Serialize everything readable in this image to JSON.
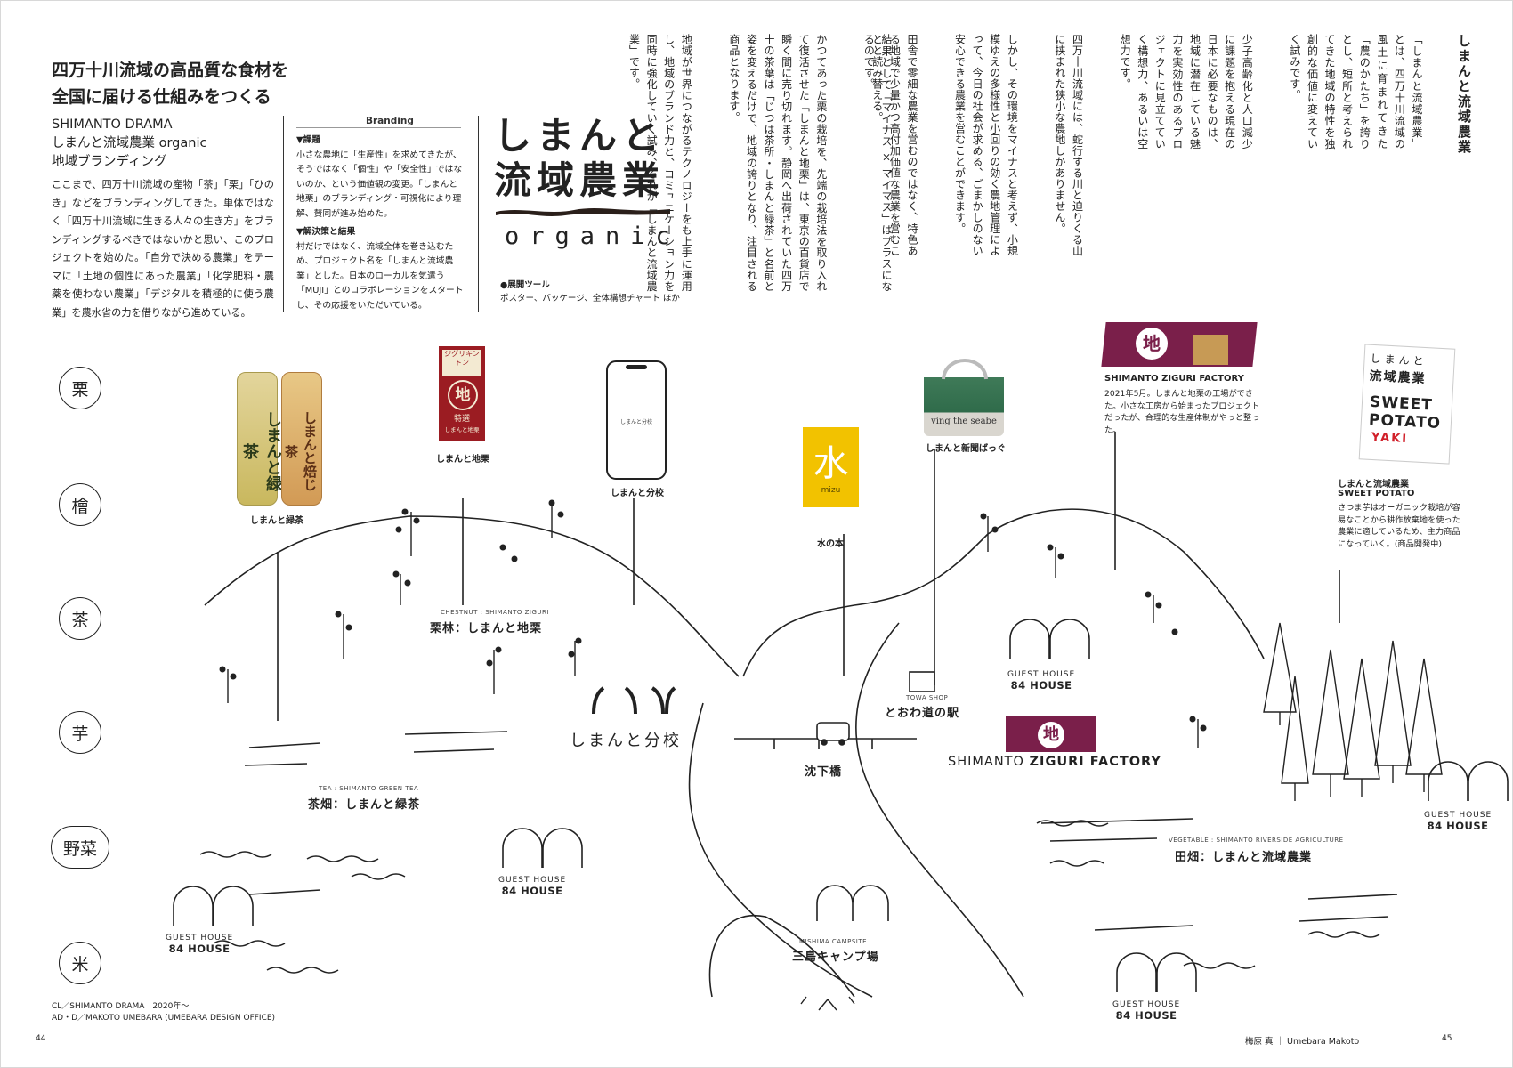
{
  "left": {
    "lead_1": "四万十川流域の高品質な食材を",
    "lead_2": "全国に届ける仕組みをつくる",
    "client": "SHIMANTO DRAMA",
    "project": "しまんと流域農業 organic",
    "category": "地域ブランディング",
    "body": "ここまで、四万十川流域の産物「茶」「栗」「ひのき」などをブランディングしてきた。単体ではなく「四万十川流域に生きる人々の生き方」をブランディングするべきではないかと思い、このプロジェクトを始めた。「自分で決める農業」をテーマに「土地の個性にあった農業」「化学肥料・農薬を使わない農業」「デジタルを積極的に使う農業」を農水省の力を借りながら進めている。",
    "branding_tag": "Branding",
    "issue_head": "▼課題",
    "issue_text": "小さな農地に「生産性」を求めてきたが、そうではなく「個性」や「安全性」ではないのか、という価値観の変更。「しまんと地栗」のブランディング・可視化により理解、賛同が進み始めた。",
    "solution_head": "▼解決策と結果",
    "solution_text": "村だけではなく、流域全体を巻き込むため、プロジェクト名を「しまんと流域農業」とした。日本のローカルを気遣う「MUJI」とのコラボレーションをスタートし、その応援をいただいている。",
    "logo_line1": "しまんと",
    "logo_line2": "流域農業",
    "logo_sub": "organic",
    "tools_head": "●展開ツール",
    "tools_text": "ポスター、パッケージ、全体構想チャート ほか"
  },
  "right": {
    "title": "しまんと流域農業",
    "p1": "「しまんと流域農業」とは、四万十川流域の風土に育まれてきた「農のかたち」を誇りとし、短所と考えられてきた地域の特性を独創的な価値に変えていく試みです。",
    "p2": "少子高齢化と人口減少に課題を抱える現在の日本に必要なものは、地域に潜在している魅力を実効性のあるプロジェクトに見立てていく構想力、あるいは空想力です。",
    "p3": "四万十川流域には、蛇行する川と迫りくる山に挟まれた狭小な農地しかありません。",
    "p4": "しかし、その環境をマイナスと考えず、小規模ゆえの多様性と小回りの効く農地管理によって、今日の社会が求める、ごまかしのない安心できる農業を営むことができます。",
    "p5": "田舎で零細な農業を営むのではなく、特色ある地域で少量かつ高付加価値な農業を営むことと読み替える。",
    "p6": "結果として「マイナス × マイマス」はプラスになるのです。",
    "p7": "かつてあった栗の栽培を、先端の栽培法を取り入れて復活させた「しまんと地栗」は、東京の百貨店で瞬く間に売り切れます。静岡へ出荷されていた四万十の茶葉は「じつは茶所・しまんと緑茶」と名前と姿を変えるだけで、地域の誇りとなり、注目される商品となります。",
    "p8": "地域が世界につながるテクノロジーをも上手に運用し、地域のブランド力と、コミュニケーション力を同時に強化していく試み、それが「しまんと流域農業」です。"
  },
  "crops": [
    "栗",
    "檜",
    "茶",
    "芋",
    "野菜",
    "米"
  ],
  "products": {
    "tea_label": "しまんと緑茶",
    "tea_text_1": "しまんと緑茶",
    "tea_text_2": "しまんと焙じ茶",
    "chestnut_label": "しまんと地栗",
    "chestnut_pkg_top": "ジグリキントン",
    "chestnut_pkg_mark": "地",
    "chestnut_pkg_bottom": "特選",
    "chestnut_pkg_name": "しまんと地栗",
    "phone_label": "しまんと分校",
    "phone_screen": "しまんと分校",
    "bag_label": "しまんと新聞ばっぐ",
    "bag_print": "ving the seabe",
    "book_label": "水の本",
    "book_char": "水",
    "book_sub": "mizu",
    "factory_name": "SHIMANTO ZIGURI FACTORY",
    "factory_desc": "2021年5月。しまんと地栗の工場ができた。小さな工房から始まったプロジェクトだったが、合理的な生産体制がやっと整った。",
    "factory_mark": "地",
    "sp_title_1": "しまんと流域農業",
    "sp_title_2": "SWEET POTATO",
    "sp_desc": "さつま芋はオーガニック栽培が容易なことから耕作放棄地を使った農業に適しているため、主力商品になっていく。(商品開発中)",
    "sp_pkg_1": "しまんと",
    "sp_pkg_2": "流域農業",
    "sp_pkg_3": "SWEET",
    "sp_pkg_4": "POTATO",
    "sp_pkg_5": "YAKI"
  },
  "map": {
    "chestnut_en": "CHESTNUT : SHIMANTO ZIGURI",
    "chestnut_jp": "栗林：しまんと地栗",
    "tea_en": "TEA : SHIMANTO GREEN TEA",
    "tea_jp": "茶畑：しまんと緑茶",
    "school_logo": "しまんと分校",
    "bridge": "沈下橋",
    "towa_en": "TOWA SHOP",
    "towa_jp": "とおわ道の駅",
    "ziguri_1": "SHIMANTO",
    "ziguri_2": "ZIGURI FACTORY",
    "veg_en": "VEGETABLE : SHIMANTO RIVERSIDE AGRICULTURE",
    "veg_jp": "田畑：しまんと流域農業",
    "camp_en": "MISHIMA CAMPSITE",
    "camp_jp": "三島キャンプ場",
    "gh_en": "GUEST HOUSE",
    "gh_jp": "84 HOUSE"
  },
  "credits": {
    "cl": "CL／SHIMANTO DRAMA　2020年〜",
    "ad": "AD・D／MAKOTO UMEBARA (UMEBARA DESIGN OFFICE)"
  },
  "footer": {
    "page_left": "44",
    "page_right": "45",
    "author": "梅原 真 ｜ Umebara Makoto"
  },
  "colors": {
    "ink": "#222222",
    "factory": "#7a1f4a",
    "book": "#f2c200",
    "chestnut_pkg": "#9b1c22",
    "bag_green": "#2f6b4a"
  }
}
